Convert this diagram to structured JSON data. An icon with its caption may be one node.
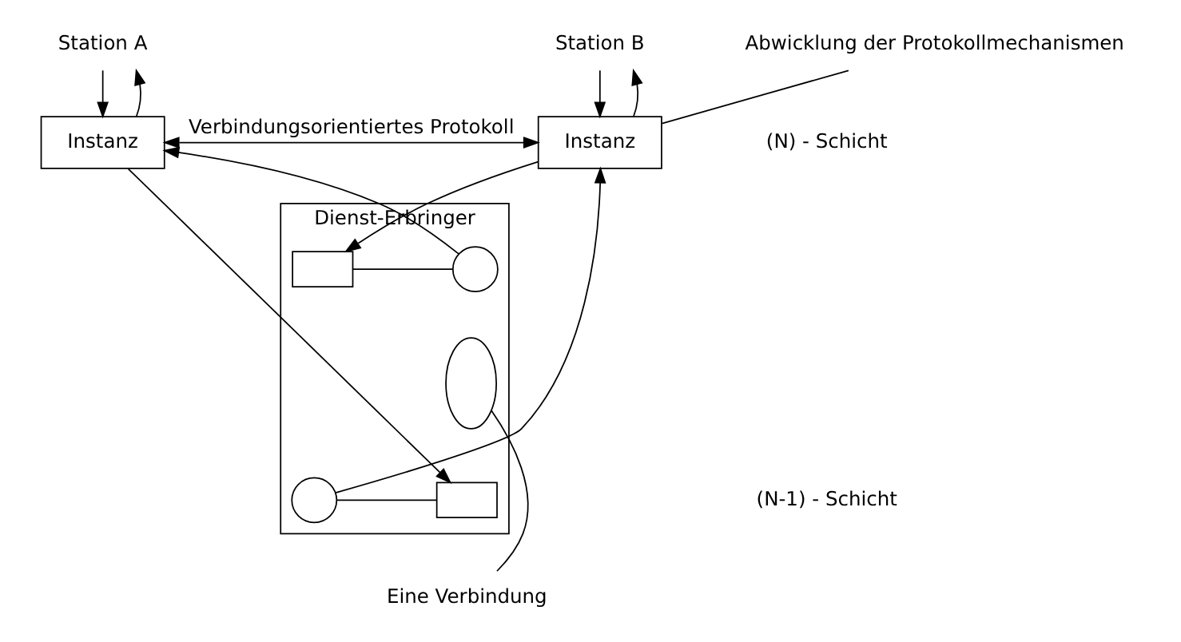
{
  "diagram": {
    "nodes": [
      {
        "text": [
          "Station A"
        ]
      },
      {
        "text": [
          "Instanz"
        ]
      },
      {
        "text": [
          "Station B"
        ]
      },
      {
        "text": [
          "Instanz"
        ]
      },
      {
        "text": [
          "Abwicklung der Protokollmechanismen"
        ]
      },
      {
        "text": [
          "Dienst-Erbringer"
        ]
      },
      {
        "text": [],
        "shape": "circle",
        "in": 5
      },
      {
        "text": [],
        "shape": "box",
        "in": 5
      },
      {
        "text": [],
        "shape": "box",
        "in": 5
      },
      {
        "text": [],
        "shape": "circle",
        "in": 5
      },
      {
        "text": [],
        "shape": "ellipse",
        "in": 5
      },
      {
        "text": [
          "Eine Verbindung"
        ]
      }
    ],
    "edges": [
      {
        "from": 0,
        "to": 1,
        "arrow": "to"
      },
      {
        "from": 1,
        "to": 0,
        "arrow": "to"
      },
      {
        "from": 2,
        "to": 3,
        "arrow": "to"
      },
      {
        "from": 3,
        "to": 2,
        "arrow": "to"
      },
      {
        "from": 1,
        "to": 3,
        "arrow": "both",
        "label": "Verbindungsorientiertes Protokoll"
      },
      {
        "from": 4,
        "to": 3,
        "arrow": "none"
      },
      {
        "from": 3,
        "to": 7,
        "arrow": "to"
      },
      {
        "from": 7,
        "to": 6,
        "arrow": "none"
      },
      {
        "from": 6,
        "to": 1,
        "arrow": "to"
      },
      {
        "from": 1,
        "to": 8,
        "arrow": "to"
      },
      {
        "from": 8,
        "to": 9,
        "arrow": "none"
      },
      {
        "from": 9,
        "to": 3,
        "arrow": "to"
      },
      {
        "from": 11,
        "to": 10,
        "arrow": "none"
      }
    ],
    "labels": [
      "(N) - Schicht",
      "(N-1) - Schicht"
    ]
  }
}
